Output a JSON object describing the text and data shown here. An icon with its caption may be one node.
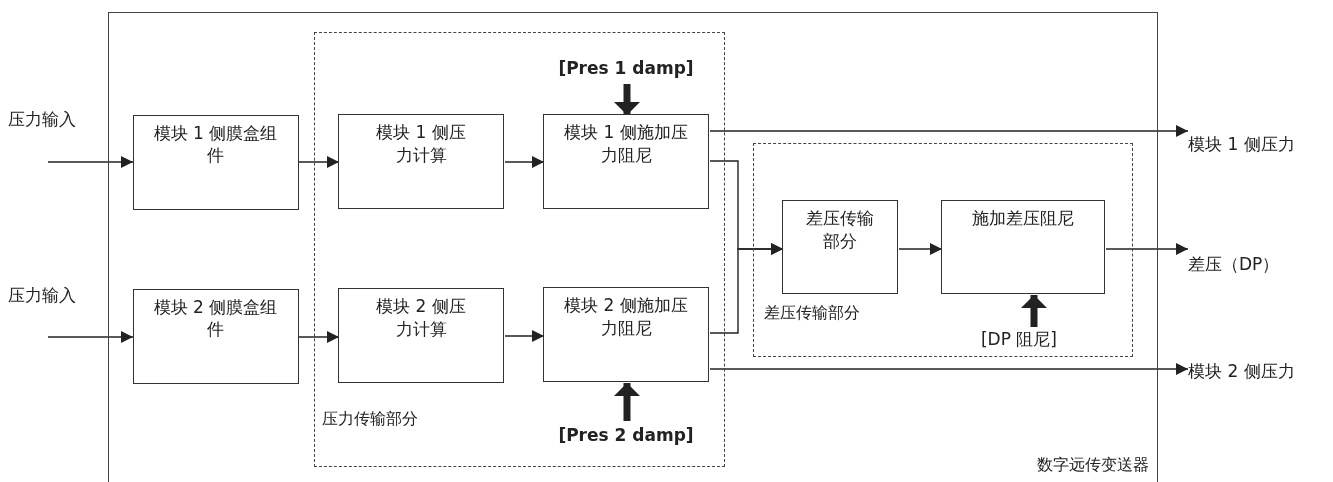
{
  "diagram": {
    "nodes": [
      {
        "text": [
          "数字远传变送器"
        ]
      },
      {
        "text": [
          "压力传输部分"
        ],
        "in": 0
      },
      {
        "text": [
          "差压传输部分"
        ],
        "in": 0
      },
      {
        "text": [
          "模块 1 侧膜盒组件"
        ],
        "in": 0
      },
      {
        "text": [
          "模块 2 侧膜盒组件"
        ],
        "in": 0
      },
      {
        "text": [
          "模块 1 侧压力计算"
        ],
        "in": 1
      },
      {
        "text": [
          "模块 2 侧压力计算"
        ],
        "in": 1
      },
      {
        "text": [
          "模块 1 侧施加压力阻尼"
        ],
        "in": 1
      },
      {
        "text": [
          "模块 2 侧施加压力阻尼"
        ],
        "in": 1
      },
      {
        "text": [
          "差压传输部分"
        ],
        "in": 2
      },
      {
        "text": [
          "施加差压阻尼"
        ],
        "in": 2
      },
      {
        "text": [
          "[Pres 1 damp]"
        ],
        "in": 1
      },
      {
        "text": [
          "[Pres 2 damp]"
        ],
        "in": 1
      },
      {
        "text": [
          "[DP 阻尼]"
        ],
        "in": 2
      },
      {
        "text": [
          "模块 1 侧压力"
        ]
      },
      {
        "text": [
          "差压（DP）"
        ]
      },
      {
        "text": [
          "模块 2 侧压力"
        ]
      }
    ],
    "edges": [
      {
        "from": null,
        "to": 3,
        "arrow": "to"
      },
      {
        "from": null,
        "to": 4,
        "arrow": "to"
      },
      {
        "from": 3,
        "to": 5,
        "arrow": "to"
      },
      {
        "from": 4,
        "to": 6,
        "arrow": "to"
      },
      {
        "from": 5,
        "to": 7,
        "arrow": "to"
      },
      {
        "from": 6,
        "to": 8,
        "arrow": "to"
      },
      {
        "from": 7,
        "to": 9,
        "arrow": "to"
      },
      {
        "from": 8,
        "to": 9,
        "arrow": "to"
      },
      {
        "from": 7,
        "to": 14,
        "arrow": "to"
      },
      {
        "from": 10,
        "to": 15,
        "arrow": "to"
      },
      {
        "from": 8,
        "to": 16,
        "arrow": "to"
      },
      {
        "from": 9,
        "to": 10,
        "arrow": "to"
      },
      {
        "from": 11,
        "to": 7,
        "arrow": "to",
        "style": "thick"
      },
      {
        "from": 12,
        "to": 8,
        "arrow": "to",
        "style": "thick"
      },
      {
        "from": 13,
        "to": 10,
        "arrow": "to",
        "style": "thick"
      }
    ],
    "labels": [
      "压力输入",
      "压力输入"
    ]
  }
}
